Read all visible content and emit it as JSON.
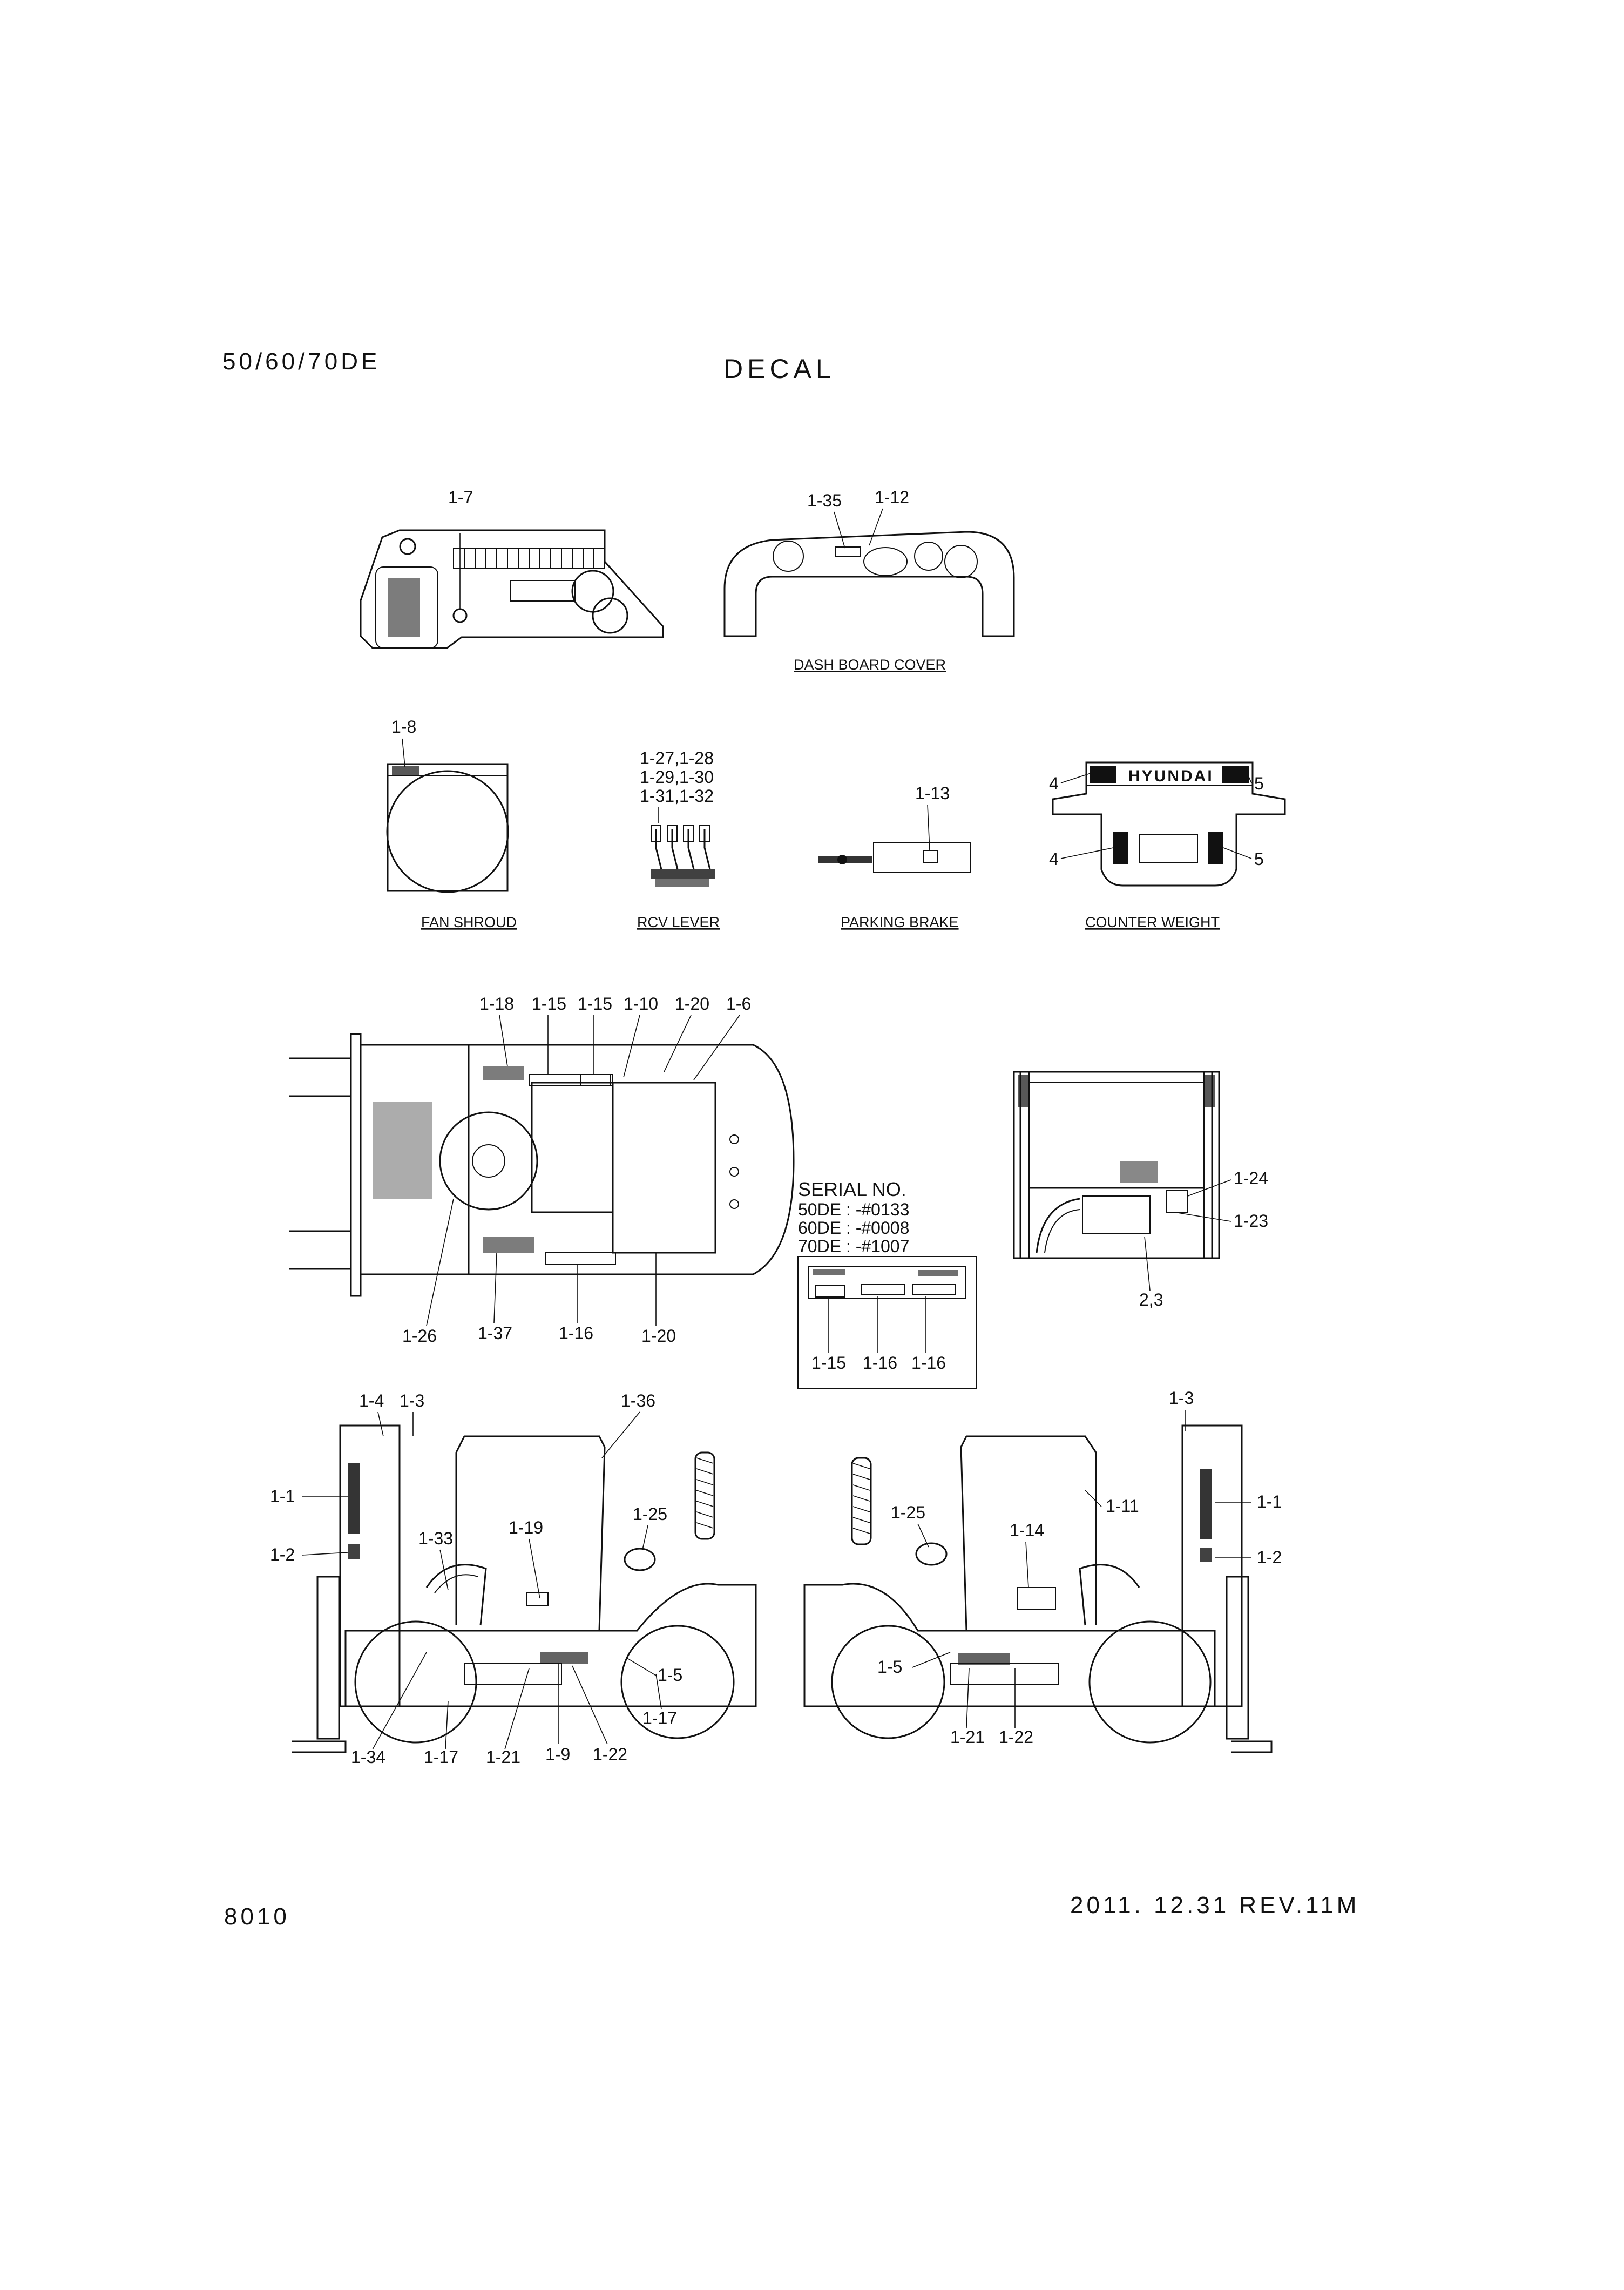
{
  "header": {
    "model": "50/60/70DE",
    "title": "DECAL"
  },
  "footer": {
    "page": "8010",
    "date_rev": "2011. 12.31  REV.11M"
  },
  "serial": {
    "title": "SERIAL NO.",
    "lines": [
      "50DE : -#0133",
      "60DE : -#0008",
      "70DE : -#1007"
    ]
  },
  "brand_text": "HYUNDAI",
  "captions": {
    "dash_board_cover": "DASH BOARD COVER",
    "fan_shroud": "FAN SHROUD",
    "rcv_lever": "RCV LEVER",
    "parking_brake": "PARKING BRAKE",
    "counter_weight": "COUNTER WEIGHT"
  },
  "callouts": {
    "dash_panel": [
      "1-7"
    ],
    "dash_cover": [
      "1-35",
      "1-12"
    ],
    "fan_shroud": [
      "1-8"
    ],
    "rcv_lever": [
      "1-27,1-28",
      "1-29,1-30",
      "1-31,1-32"
    ],
    "parking_brake": [
      "1-13"
    ],
    "counter_weight": [
      "4",
      "5",
      "4",
      "5"
    ],
    "top_view": [
      "1-18",
      "1-15",
      "1-15",
      "1-10",
      "1-20",
      "1-6",
      "1-26",
      "1-37",
      "1-16",
      "1-20"
    ],
    "serial_inset": [
      "1-15",
      "1-16",
      "1-16"
    ],
    "rear_view": [
      "1-24",
      "1-23",
      "2,3"
    ],
    "left_side": [
      "1-4",
      "1-3",
      "1-36",
      "1-1",
      "1-2",
      "1-33",
      "1-19",
      "1-25",
      "1-5",
      "1-17",
      "1-34",
      "1-17",
      "1-21",
      "1-9",
      "1-22"
    ],
    "right_side": [
      "1-3",
      "1-1",
      "1-2",
      "1-25",
      "1-14",
      "1-11",
      "1-5",
      "1-21",
      "1-22"
    ]
  }
}
